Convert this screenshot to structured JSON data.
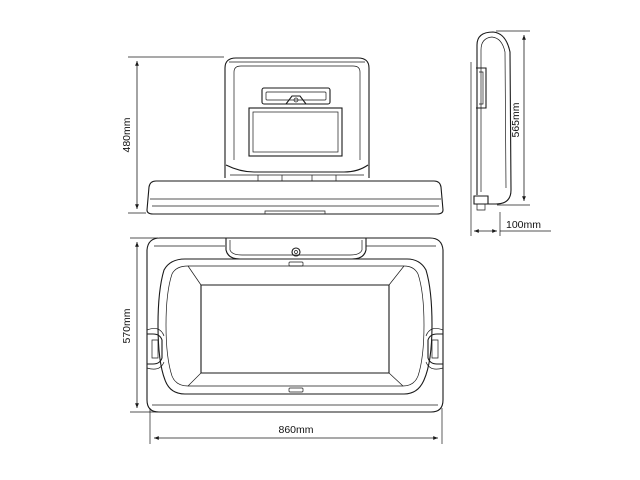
{
  "dimensions": {
    "height_front": "480mm",
    "height_side": "565mm",
    "depth_side": "100mm",
    "depth_open": "570mm",
    "width": "860mm"
  },
  "colors": {
    "line": "#1a1a1a",
    "background": "#ffffff"
  }
}
